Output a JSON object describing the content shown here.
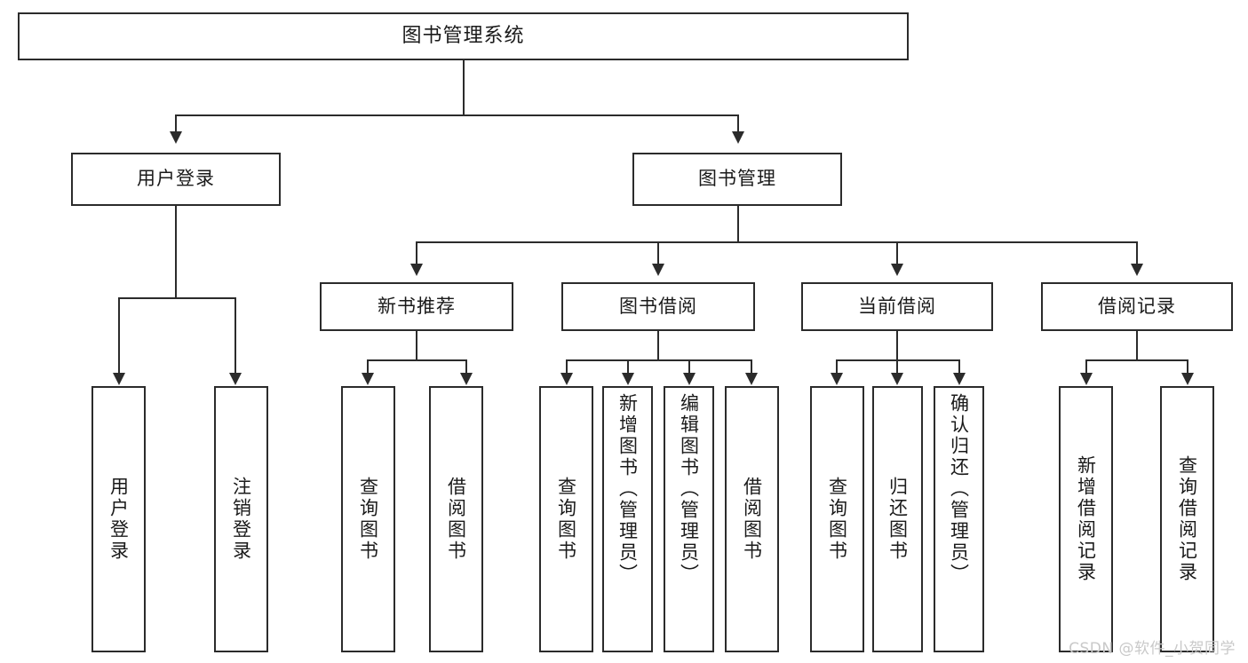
{
  "diagram": {
    "title": "图书管理系统",
    "type": "tree",
    "watermark": "CSDN @软件_小贺同学",
    "colors": {
      "stroke": "#2b2b2b",
      "fill": "#ffffff",
      "text": "#1a1a1a",
      "watermark": "#c9c9c9"
    },
    "levels": {
      "root": {
        "label": "图书管理系统"
      },
      "level1": [
        {
          "label": "用户登录"
        },
        {
          "label": "图书管理"
        }
      ],
      "level2": [
        {
          "label": "新书推荐"
        },
        {
          "label": "图书借阅"
        },
        {
          "label": "当前借阅"
        },
        {
          "label": "借阅记录"
        }
      ],
      "leaves": [
        {
          "label": "用户登录"
        },
        {
          "label": "注销登录"
        },
        {
          "label": "查询图书"
        },
        {
          "label": "借阅图书"
        },
        {
          "label": "查询图书"
        },
        {
          "label": "新增图书（管理员）"
        },
        {
          "label": "编辑图书（管理员）"
        },
        {
          "label": "借阅图书"
        },
        {
          "label": "查询图书"
        },
        {
          "label": "归还图书"
        },
        {
          "label": "确认归还（管理员）"
        },
        {
          "label": "新增借阅记录"
        },
        {
          "label": "查询借阅记录"
        }
      ]
    }
  }
}
